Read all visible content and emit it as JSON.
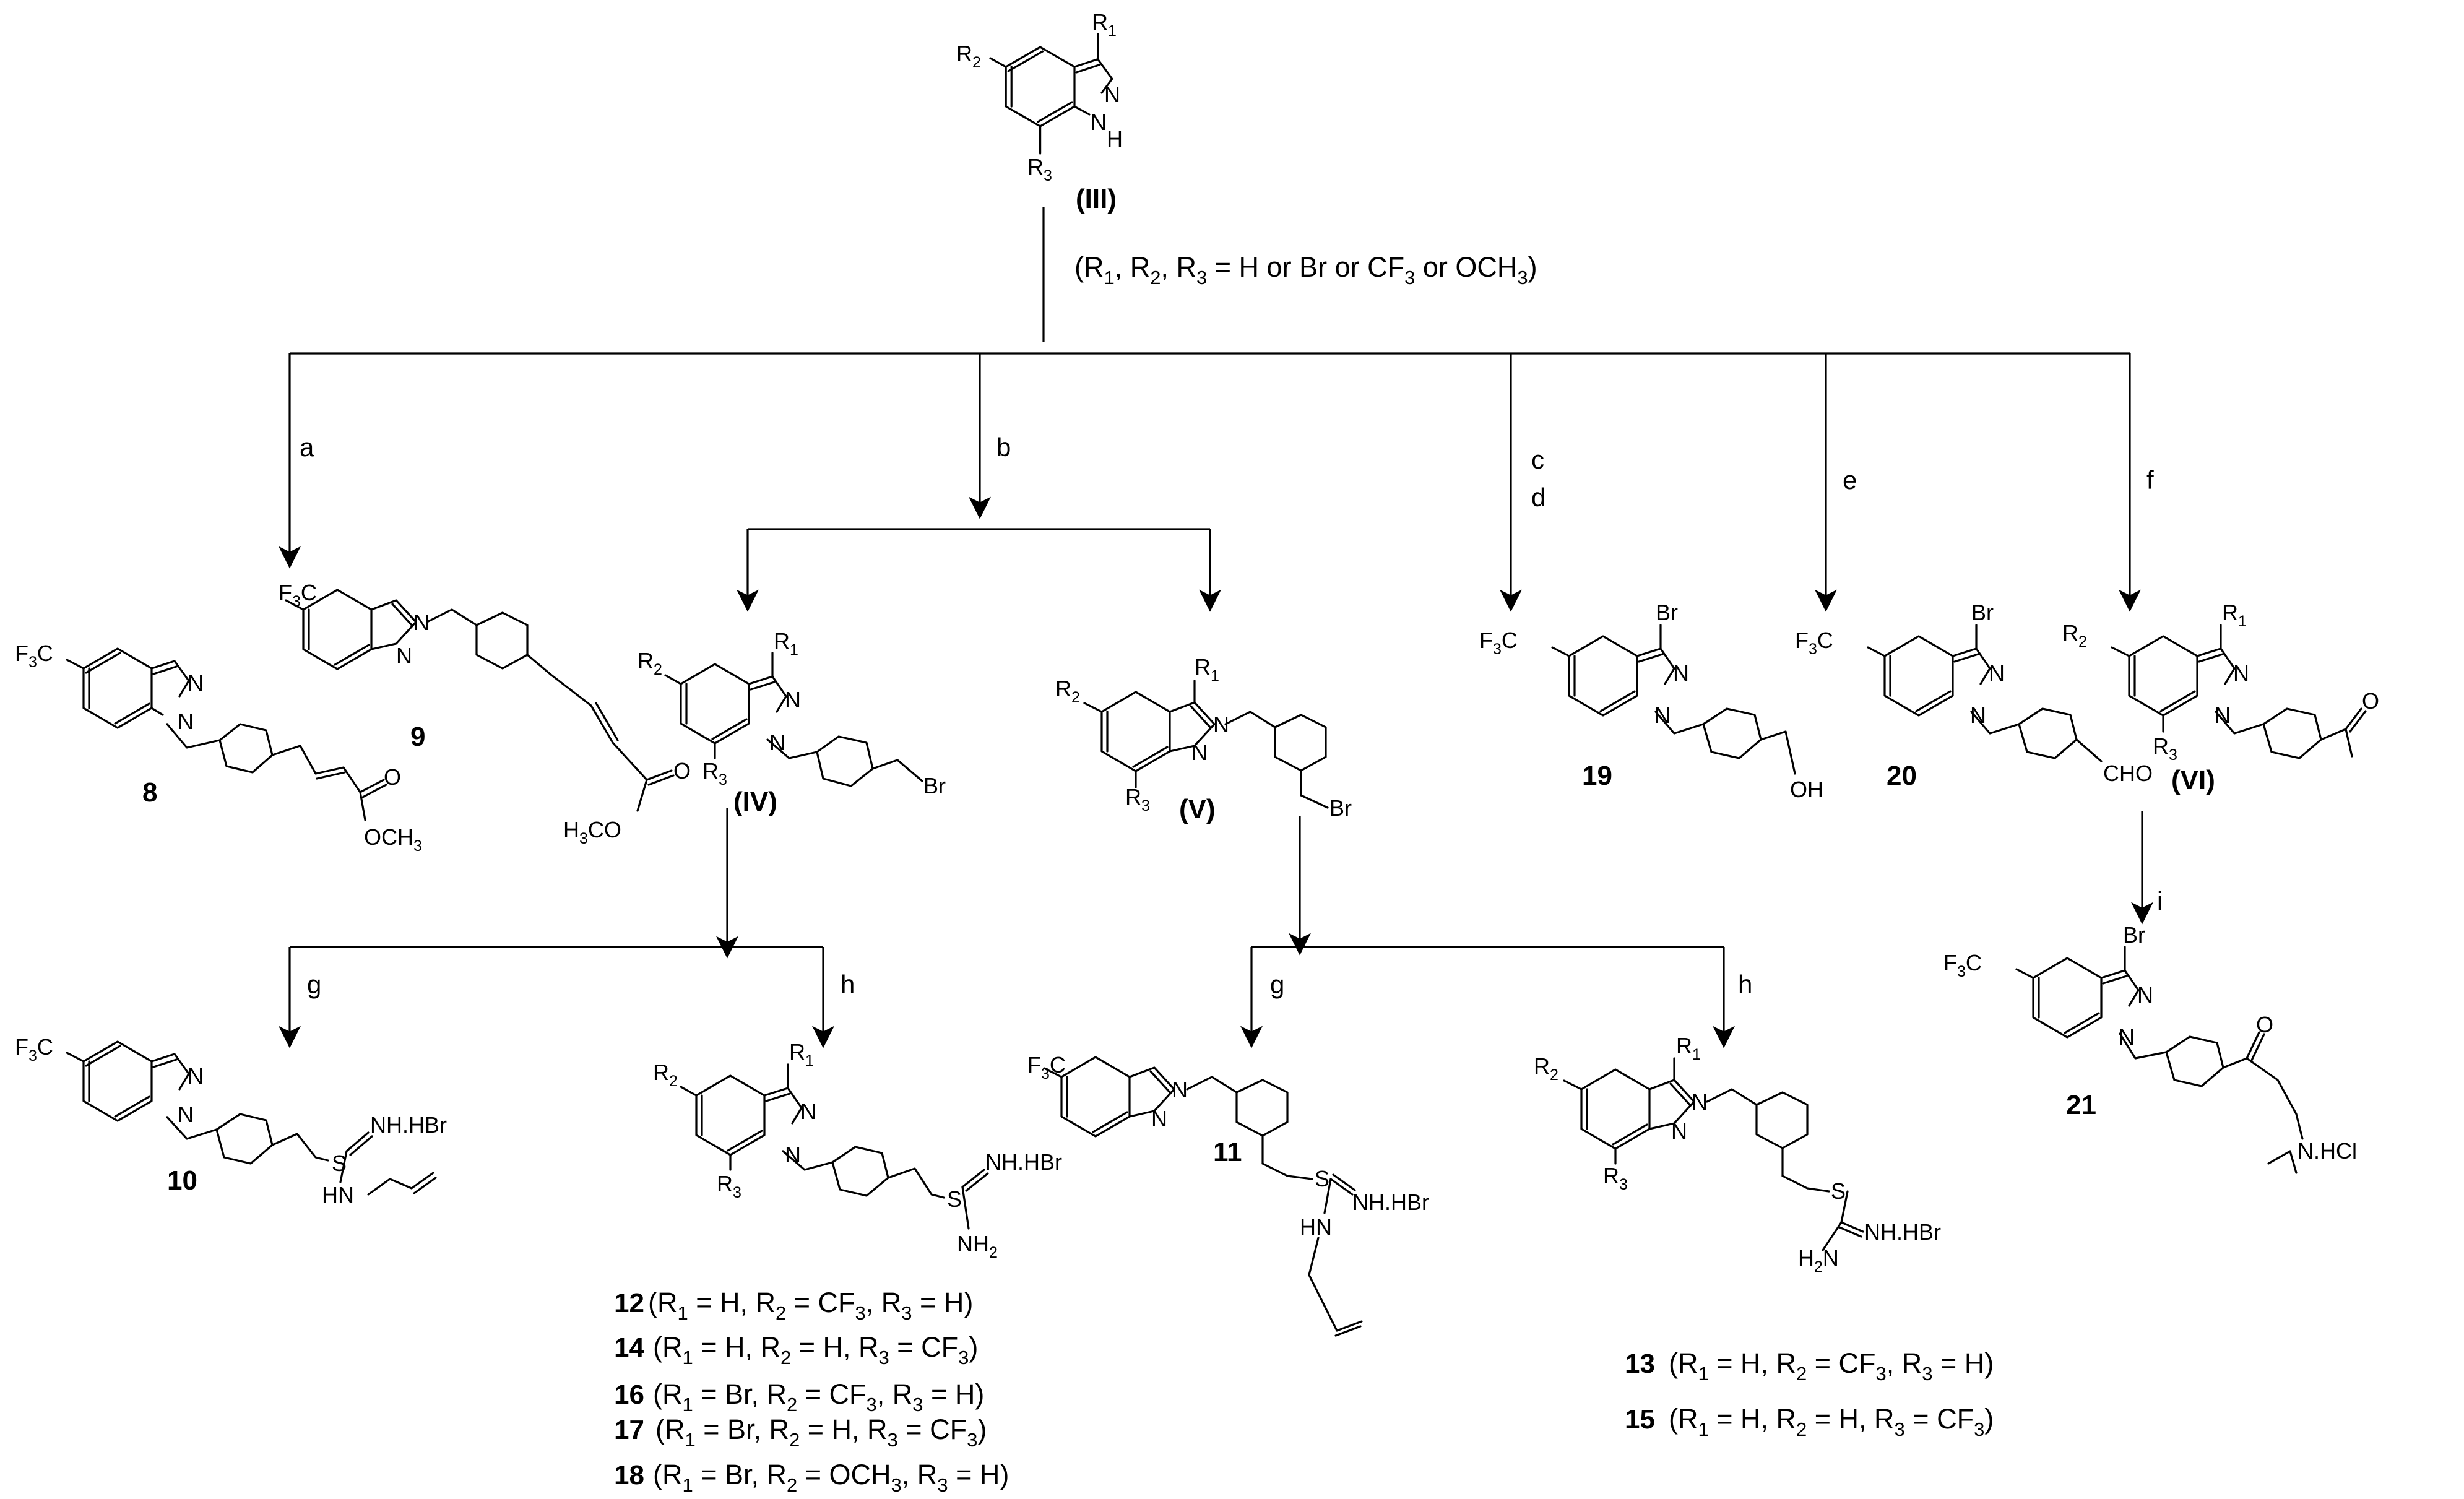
{
  "scheme": {
    "start": {
      "compound": "(III)",
      "condition": [
        "(R",
        "1",
        ", R",
        "2",
        ", R",
        "3",
        " = H or Br or CF",
        "3",
        " or OCH",
        "3",
        ")"
      ]
    },
    "steps": {
      "a": "a",
      "b": "b",
      "c": "c",
      "d": "d",
      "e": "e",
      "f": "f",
      "g": "g",
      "h": "h",
      "i": "i"
    },
    "compounds": {
      "c8": "8",
      "c9": "9",
      "iv": "(IV)",
      "v": "(V)",
      "c19": "19",
      "c20": "20",
      "vi": "(VI)",
      "c10": "10",
      "c11": "11",
      "c21": "21",
      "c12": "12",
      "c14": "14",
      "c16": "16",
      "c17": "17",
      "c18": "18",
      "c13": "13",
      "c15": "15"
    },
    "groups": {
      "cf3": [
        "F",
        "3",
        "C"
      ],
      "r1": [
        "R",
        "1"
      ],
      "r2": [
        "R",
        "2"
      ],
      "r3": [
        "R",
        "3"
      ],
      "n": "N",
      "nh": "H",
      "br": "Br",
      "oh": "OH",
      "cho": "CHO",
      "o": "O",
      "och3": [
        "OCH",
        "3"
      ],
      "h3co": [
        "H",
        "3",
        "CO"
      ],
      "nhhbr": "NH.HBr",
      "hn": "HN",
      "s": "S",
      "nh2": [
        "NH",
        "2"
      ],
      "h2n": [
        "H",
        "2",
        "N"
      ],
      "nhcl": "N.HCl"
    },
    "substituents": {
      "s12": [
        "(R",
        "1",
        " = H, R",
        "2",
        " = CF",
        "3",
        ", R",
        "3",
        " = H)"
      ],
      "s14": [
        "(R",
        "1",
        " = H, R",
        "2",
        " = H, R",
        "3",
        " = CF",
        "3",
        ")"
      ],
      "s16": [
        "(R",
        "1",
        " = Br, R",
        "2",
        " = CF",
        "3",
        ", R",
        "3",
        " = H)"
      ],
      "s17": [
        "(R",
        "1",
        " = Br, R",
        "2",
        " = H, R",
        "3",
        " = CF",
        "3",
        ")"
      ],
      "s18": [
        "(R",
        "1",
        " = Br, R",
        "2",
        " = OCH",
        "3",
        ", R",
        "3",
        " = H)"
      ],
      "s13": [
        "(R",
        "1",
        " = H, R",
        "2",
        " = CF",
        "3",
        ", R",
        "3",
        " = H)"
      ],
      "s15": [
        "(R",
        "1",
        " = H, R",
        "2",
        " = H, R",
        "3",
        " = CF",
        "3",
        ")"
      ]
    }
  }
}
